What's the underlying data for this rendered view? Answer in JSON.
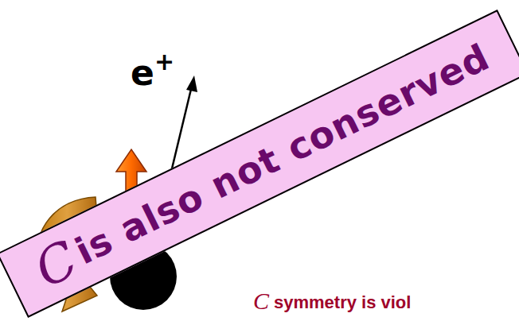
{
  "diagram": {
    "nodes": [
      {
        "text": [
          "C",
          "is also not conserved"
        ]
      }
    ],
    "labels": [
      "e",
      "+",
      "C",
      "symmetry is viol"
    ]
  }
}
